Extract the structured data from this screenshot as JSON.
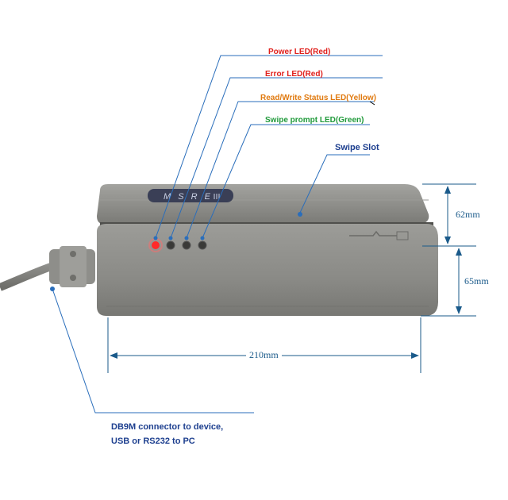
{
  "labels": {
    "power_led": "Power LED(Red)",
    "error_led": "Error LED(Red)",
    "rw_led": "Read/Write Status LED(Yellow)",
    "swipe_led": "Swipe prompt LED(Green)",
    "swipe_slot": "Swipe Slot",
    "connector_line1": "DB9M connector to device,",
    "connector_line2": "USB or RS232 to PC",
    "brand": "MSRE"
  },
  "dimensions": {
    "height_top": "62mm",
    "height_bottom": "65mm",
    "width": "210mm"
  },
  "colors": {
    "leader": "#2a6ebb",
    "power": "#e0201c",
    "error": "#e0201c",
    "rw": "#e07a10",
    "swipe": "#1f9a3a",
    "dim_line": "#1a5a8a",
    "body": "#8c8c88"
  }
}
